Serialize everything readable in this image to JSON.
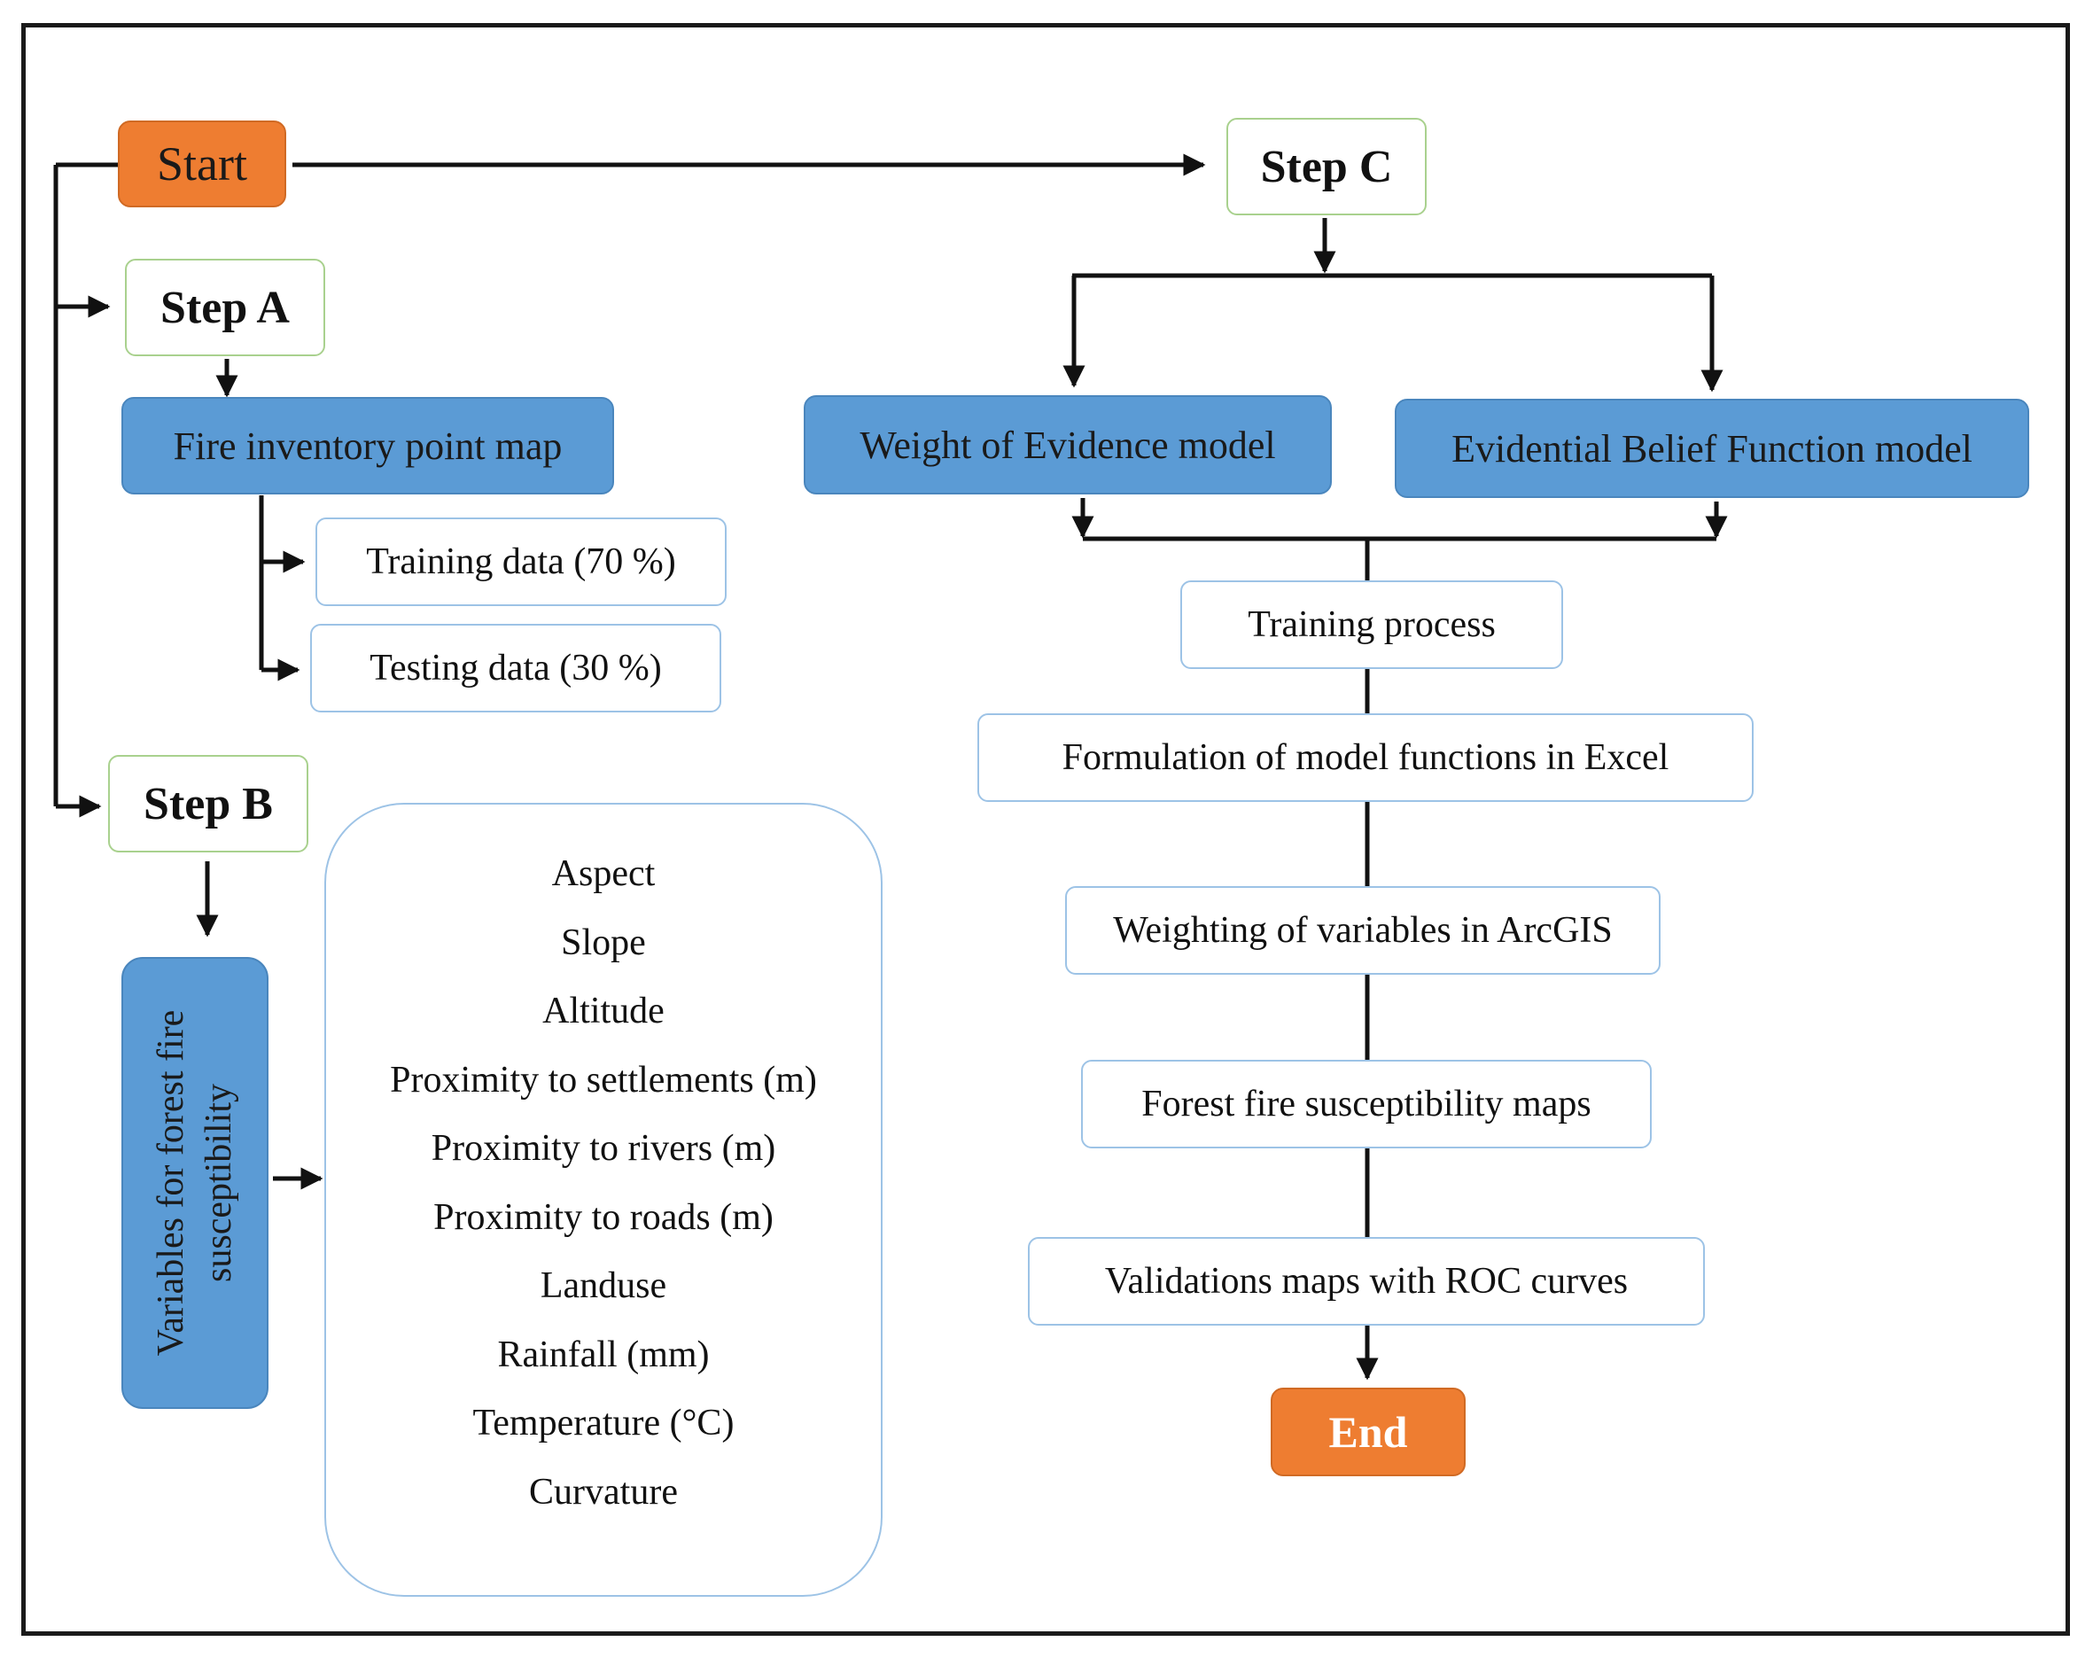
{
  "diagram": {
    "start": "Start",
    "end": "End",
    "step_a": {
      "title": "Step A",
      "inventory": "Fire inventory point map",
      "training": "Training data (70 %)",
      "testing": "Testing data (30 %)"
    },
    "step_b": {
      "title": "Step B",
      "group_label": "Variables for forest fire susceptibility",
      "variables": [
        "Aspect",
        "Slope",
        "Altitude",
        "Proximity to settlements (m)",
        "Proximity to rivers (m)",
        "Proximity to roads (m)",
        "Landuse",
        "Rainfall (mm)",
        "Temperature (°C)",
        "Curvature"
      ]
    },
    "step_c": {
      "title": "Step C",
      "woe_model": "Weight of Evidence model",
      "ebf_model": "Evidential Belief Function model",
      "training_process": "Training process",
      "formulation": "Formulation of model functions in Excel",
      "weighting": "Weighting of variables in ArcGIS",
      "susceptibility_maps": "Forest fire susceptibility maps",
      "validation": "Validations maps with ROC curves"
    },
    "colors": {
      "orange": "#ee7d31",
      "blue": "#5b9bd5",
      "green_border": "#a9d18e",
      "light_blue_border": "#9dc3e6"
    }
  }
}
